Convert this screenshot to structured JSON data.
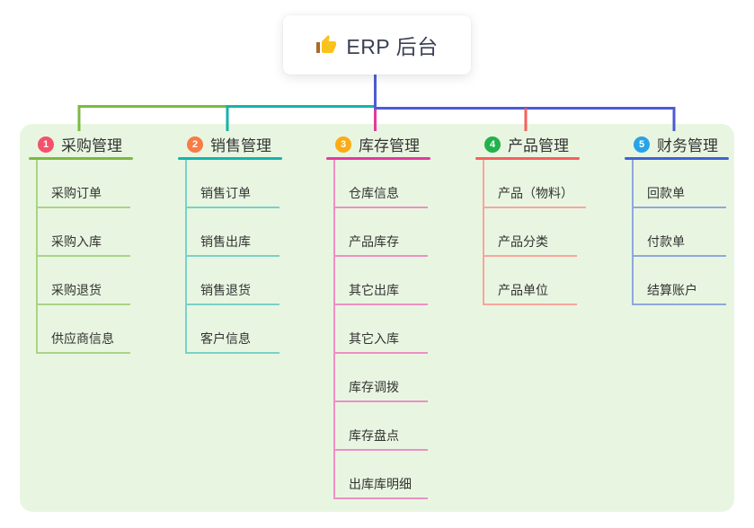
{
  "root": {
    "label": "ERP 后台",
    "icon": "thumbs-up-icon",
    "connector_color": "#4d5bd3",
    "text_color": "#3b4155"
  },
  "colors": {
    "page_bg": "#ffffff",
    "panel_bg": "#e8f6e1",
    "node_text": "#333333",
    "badge_text": "#ffffff"
  },
  "branches": [
    {
      "badge": "1",
      "label": "采购管理",
      "badge_color": "#f4516c",
      "line_color": "#7cb93f",
      "child_line_color": "#abd387",
      "children": [
        "采购订单",
        "采购入库",
        "采购退货",
        "供应商信息"
      ]
    },
    {
      "badge": "2",
      "label": "销售管理",
      "badge_color": "#f97b45",
      "line_color": "#16b3aa",
      "child_line_color": "#7ad1c7",
      "children": [
        "销售订单",
        "销售出库",
        "销售退货",
        "客户信息"
      ]
    },
    {
      "badge": "3",
      "label": "库存管理",
      "badge_color": "#fbab16",
      "line_color": "#e23a9d",
      "child_line_color": "#ee8fc4",
      "children": [
        "仓库信息",
        "产品库存",
        "其它出库",
        "其它入库",
        "库存调拨",
        "库存盘点",
        "出库库明细"
      ]
    },
    {
      "badge": "4",
      "label": "产品管理",
      "badge_color": "#23b14d",
      "line_color": "#f75f5c",
      "child_line_color": "#f8a59e",
      "children": [
        "产品（物料）",
        "产品分类",
        "产品单位"
      ]
    },
    {
      "badge": "5",
      "label": "财务管理",
      "badge_color": "#29a3e8",
      "line_color": "#3e63d2",
      "child_line_color": "#90a7dd",
      "children": [
        "回款单",
        "付款单",
        "结算账户"
      ]
    }
  ]
}
